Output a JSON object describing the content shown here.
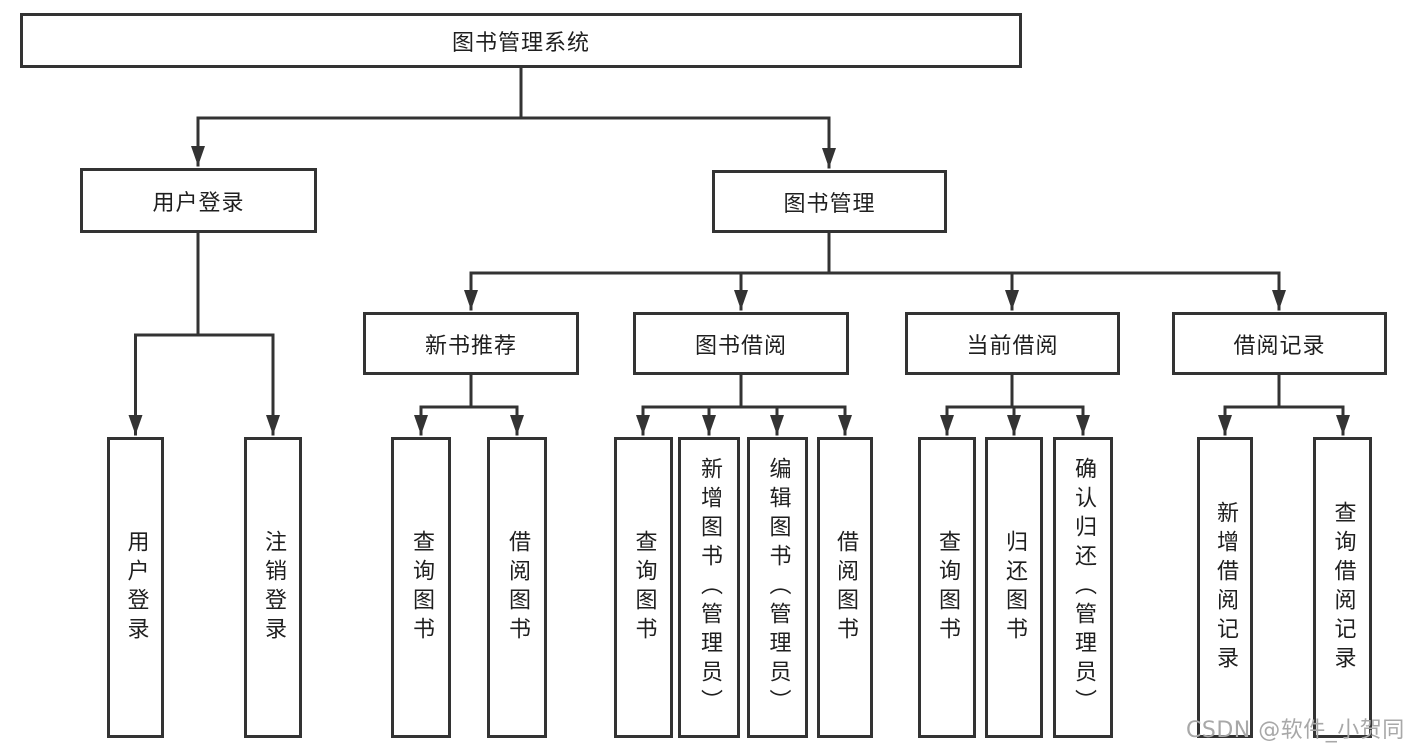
{
  "diagram": {
    "type": "tree",
    "title": "图书管理系统",
    "watermark": "CSDN @软件_小贺同学",
    "colors": {
      "line": "#333333",
      "box_border": "#333333",
      "text": "#1f1f1f",
      "watermark": "#a8a8a8",
      "background": "#ffffff"
    },
    "nodes": {
      "root": {
        "label": "图书管理系统",
        "children": [
          "user_login",
          "book_mgmt"
        ]
      },
      "user_login": {
        "label": "用户登录",
        "children": [
          "leaf_user_login",
          "leaf_logout"
        ]
      },
      "book_mgmt": {
        "label": "图书管理",
        "children": [
          "new_book_rec",
          "book_borrow",
          "current_borrow",
          "borrow_records"
        ]
      },
      "new_book_rec": {
        "label": "新书推荐",
        "children": [
          "nbr_query",
          "nbr_borrow"
        ]
      },
      "book_borrow": {
        "label": "图书借阅",
        "children": [
          "bb_query",
          "bb_add",
          "bb_edit",
          "bb_borrow"
        ]
      },
      "current_borrow": {
        "label": "当前借阅",
        "children": [
          "cb_query",
          "cb_return",
          "cb_confirm"
        ]
      },
      "borrow_records": {
        "label": "借阅记录",
        "children": [
          "br_add",
          "br_query"
        ]
      },
      "leaf_user_login": {
        "label": "用户登录",
        "children": []
      },
      "leaf_logout": {
        "label": "注销登录",
        "children": []
      },
      "nbr_query": {
        "label": "查询图书",
        "children": []
      },
      "nbr_borrow": {
        "label": "借阅图书",
        "children": []
      },
      "bb_query": {
        "label": "查询图书",
        "children": []
      },
      "bb_add": {
        "label": "新增图书（管理员）",
        "children": []
      },
      "bb_edit": {
        "label": "编辑图书（管理员）",
        "children": []
      },
      "bb_borrow": {
        "label": "借阅图书",
        "children": []
      },
      "cb_query": {
        "label": "查询图书",
        "children": []
      },
      "cb_return": {
        "label": "归还图书",
        "children": []
      },
      "cb_confirm": {
        "label": "确认归还（管理员）",
        "children": []
      },
      "br_add": {
        "label": "新增借阅记录",
        "children": []
      },
      "br_query": {
        "label": "查询借阅记录",
        "children": []
      }
    }
  }
}
